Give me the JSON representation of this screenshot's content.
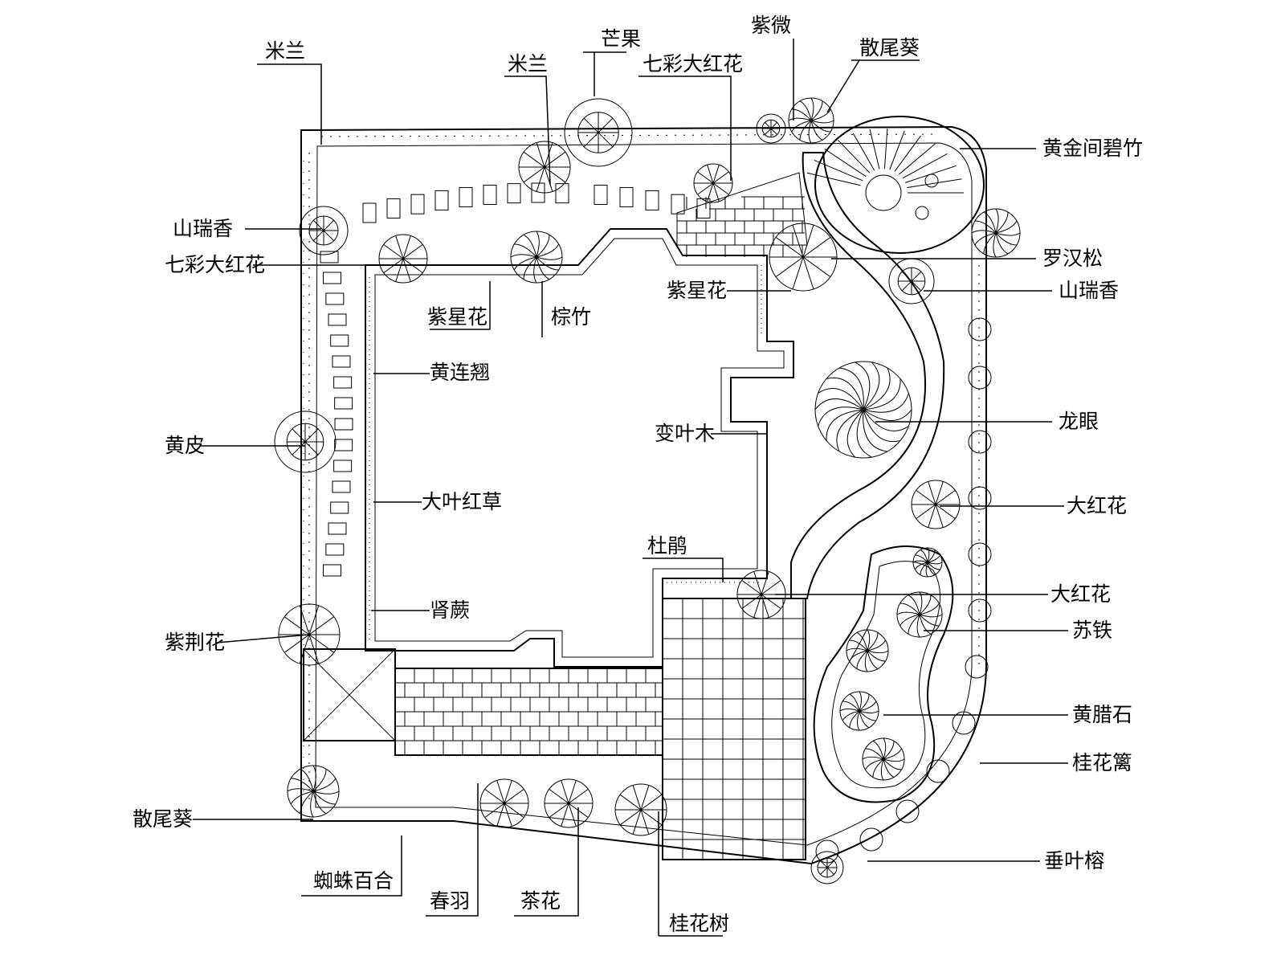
{
  "labels": {
    "milan_top_left": "米兰",
    "mango": "芒果",
    "milan_top_center": "米兰",
    "qicai_top": "七彩大红花",
    "ziwei": "紫微",
    "sanweikui_top": "散尾葵",
    "huangjinjianbizhu": "黄金间碧竹",
    "luohansong": "罗汉松",
    "shanruixiang_right": "山瑞香",
    "shanruixiang_left": "山瑞香",
    "qicai_left": "七彩大红花",
    "zixinghua_left": "紫星花",
    "zongzhu": "棕竹",
    "zixinghua_center": "紫星花",
    "huanglianqiao": "黄连翘",
    "huangpi": "黄皮",
    "bianyemu": "变叶木",
    "longyan": "龙眼",
    "dayehongcao": "大叶红草",
    "dahonghua_right": "大红花",
    "dujuan": "杜鹃",
    "dahonghua_lower": "大红花",
    "shenjue": "肾蕨",
    "sutie": "苏铁",
    "zijinghua": "紫荆花",
    "huanglashi": "黄腊石",
    "guihualian": "桂花篱",
    "sanweikui_bottom": "散尾葵",
    "chuiyerong": "垂叶榕",
    "zhizhubaihe": "蜘蛛百合",
    "chunyu": "春羽",
    "chahua": "茶花",
    "guihuashu": "桂花树"
  }
}
